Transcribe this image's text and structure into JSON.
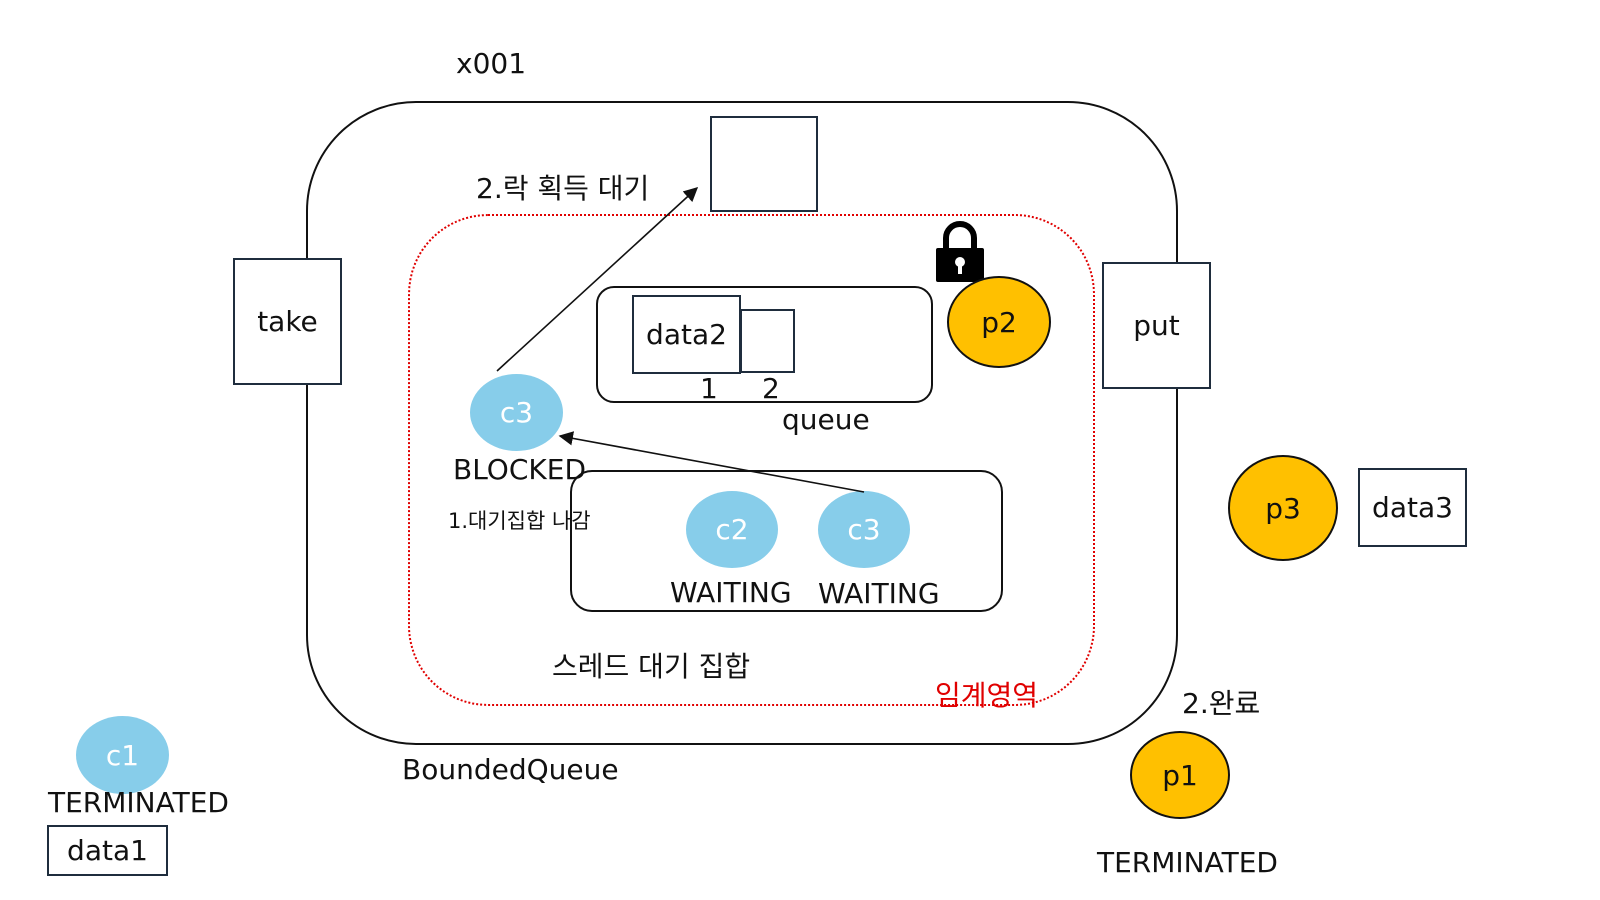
{
  "object_id": "x001",
  "class_name": "BoundedQueue",
  "methods": {
    "take": "take",
    "put": "put"
  },
  "critical_section_label": "임계영역",
  "queue": {
    "label": "queue",
    "slot1_value": "data2",
    "index1": "1",
    "index2": "2"
  },
  "wait_set": {
    "label": "스레드 대기 집합",
    "threads": [
      {
        "name": "c2",
        "state": "WAITING"
      },
      {
        "name": "c3",
        "state": "WAITING"
      }
    ]
  },
  "blocked_thread": {
    "name": "c3",
    "state": "BLOCKED"
  },
  "steps": {
    "leave_wait_set": "1.대기집합 나감",
    "wait_for_lock": "2.락 획득 대기",
    "done": "2.완료"
  },
  "lock_holder": {
    "name": "p2"
  },
  "outside": {
    "c1": {
      "name": "c1",
      "state": "TERMINATED",
      "data": "data1"
    },
    "p1": {
      "name": "p1",
      "state": "TERMINATED"
    },
    "p3": {
      "name": "p3",
      "data": "data3"
    }
  },
  "colors": {
    "consumer": "#87cdea",
    "producer": "#ffc000",
    "critical_section": "#e00000"
  }
}
